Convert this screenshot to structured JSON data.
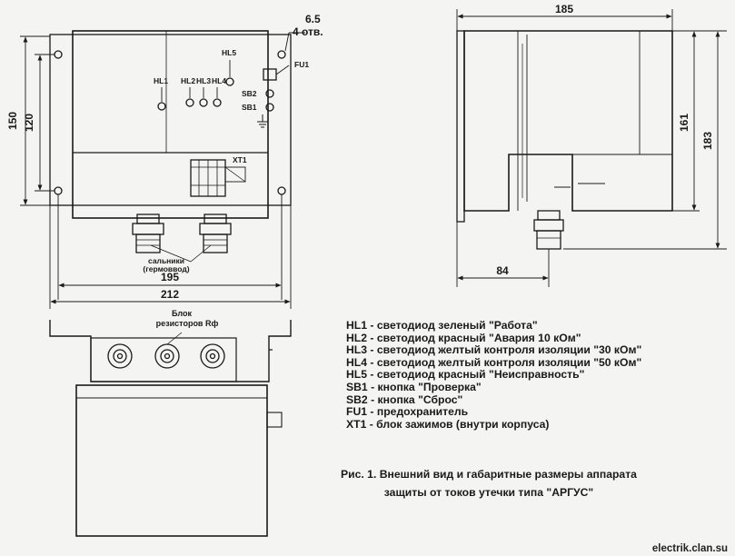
{
  "front_view": {
    "dim_hole": "6.5",
    "dim_holes_count": "4 отв.",
    "dim_height_outer": "150",
    "dim_height_inner": "120",
    "dim_width_inner": "195",
    "dim_width_outer": "212",
    "labels": {
      "hl1": "HL1",
      "hl2": "HL2",
      "hl3": "HL3",
      "hl4": "HL4",
      "hl5": "HL5",
      "fu1": "FU1",
      "sb1": "SB1",
      "sb2": "SB2",
      "xt1": "XT1"
    },
    "glands_label_1": "сальники",
    "glands_label_2": "(гермоввод)"
  },
  "side_view": {
    "dim_width": "185",
    "dim_height_inner": "161",
    "dim_height_outer": "183",
    "dim_gland_offset": "84"
  },
  "bottom_view": {
    "block_label_1": "Блок",
    "block_label_2": "резисторов Rф"
  },
  "legend": [
    "HL1 - светодиод зеленый \"Работа\"",
    "HL2 - светодиод красный \"Авария 10 кОм\"",
    "HL3 - светодиод желтый контроля изоляции \"30 кОм\"",
    "HL4 - светодиод желтый контроля изоляции \"50 кОм\"",
    "HL5 - светодиод красный \"Неисправность\"",
    "SB1 - кнопка \"Проверка\"",
    "SB2 - кнопка \"Сброс\"",
    "FU1 - предохранитель",
    "XT1 - блок зажимов  (внутри корпуса)"
  ],
  "caption": {
    "line1": "Рис. 1. Внешний вид и габаритные размеры аппарата",
    "line2": "защиты от токов утечки типа \"АРГУС\""
  },
  "watermark": "electrik.clan.su"
}
